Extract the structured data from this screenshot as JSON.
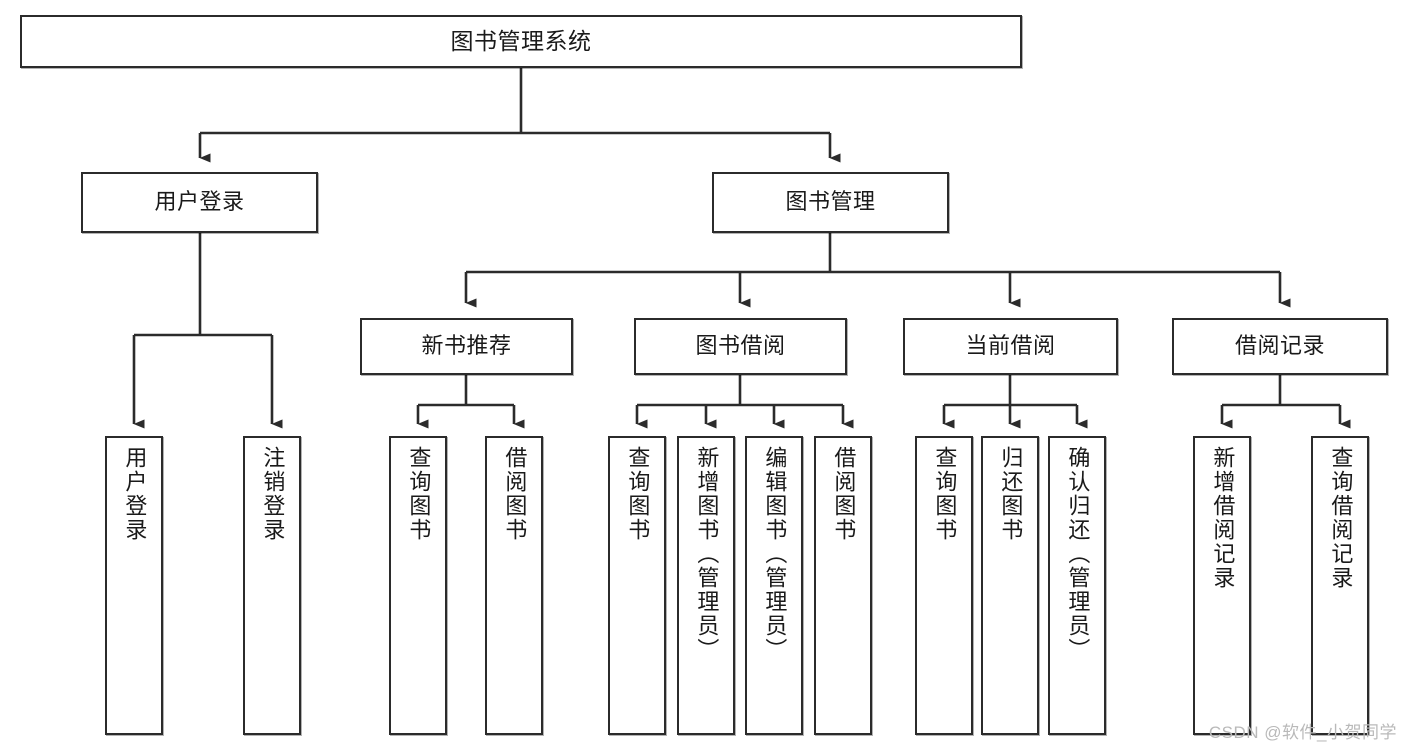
{
  "diagram": {
    "type": "tree-hierarchy",
    "title": "图书管理系统",
    "watermark": "CSDN @软件_小贺同学",
    "colors": {
      "border": "#2b2b2b",
      "background": "#ffffff",
      "text": "#1a1a1a",
      "watermark": "#b9b9b9"
    },
    "nodes": {
      "root": {
        "label": "图书管理系统"
      },
      "level2": [
        {
          "label": "用户登录"
        },
        {
          "label": "图书管理"
        }
      ],
      "level3": [
        {
          "label": "新书推荐"
        },
        {
          "label": "图书借阅"
        },
        {
          "label": "当前借阅"
        },
        {
          "label": "借阅记录"
        }
      ],
      "leaves_user_login": [
        {
          "label": "用户登录"
        },
        {
          "label": "注销登录"
        }
      ],
      "leaves_new_book": [
        {
          "label": "查询图书"
        },
        {
          "label": "借阅图书"
        }
      ],
      "leaves_book_borrow": [
        {
          "label": "查询图书"
        },
        {
          "label": "新增图书（管理员）"
        },
        {
          "label": "编辑图书（管理员）"
        },
        {
          "label": "借阅图书"
        }
      ],
      "leaves_current_borrow": [
        {
          "label": "查询图书"
        },
        {
          "label": "归还图书"
        },
        {
          "label": "确认归还（管理员）"
        }
      ],
      "leaves_borrow_record": [
        {
          "label": "新增借阅记录"
        },
        {
          "label": "查询借阅记录"
        }
      ]
    }
  }
}
